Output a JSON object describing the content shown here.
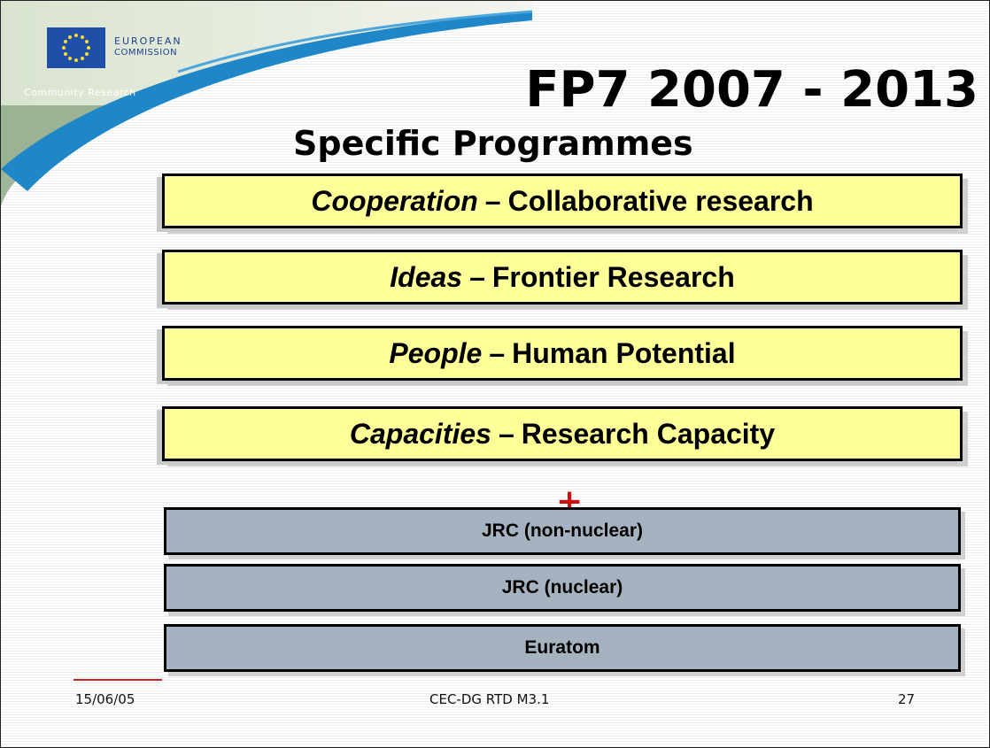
{
  "brand": {
    "logo_line1": "EUROPEAN",
    "logo_line2": "COMMISSION",
    "tagline": "Community Research",
    "colors": {
      "swoosh": "#1f86c8",
      "flag_blue": "#1f4fa8",
      "stars": "#ffdd33"
    }
  },
  "title": "FP7 2007 - 2013",
  "subtitle": "Specific Programmes",
  "programmes": [
    {
      "name": "Cooperation",
      "separator": "–",
      "description": "Collaborative research"
    },
    {
      "name": "Ideas",
      "separator": "–",
      "description": "Frontier Research"
    },
    {
      "name": "People",
      "separator": "–",
      "description": "Human Potential"
    },
    {
      "name": "Capacities",
      "separator": "–",
      "description": "Research Capacity"
    }
  ],
  "plus_symbol": "+",
  "jrc_items": [
    "JRC (non-nuclear)",
    "JRC (nuclear)",
    "Euratom"
  ],
  "colors": {
    "programme_fill": "#ffff99",
    "jrc_fill": "#a5b2bf",
    "plus": "#cc1111"
  },
  "footer": {
    "date": "15/06/05",
    "center": "CEC-DG RTD M3.1",
    "page": "27"
  }
}
